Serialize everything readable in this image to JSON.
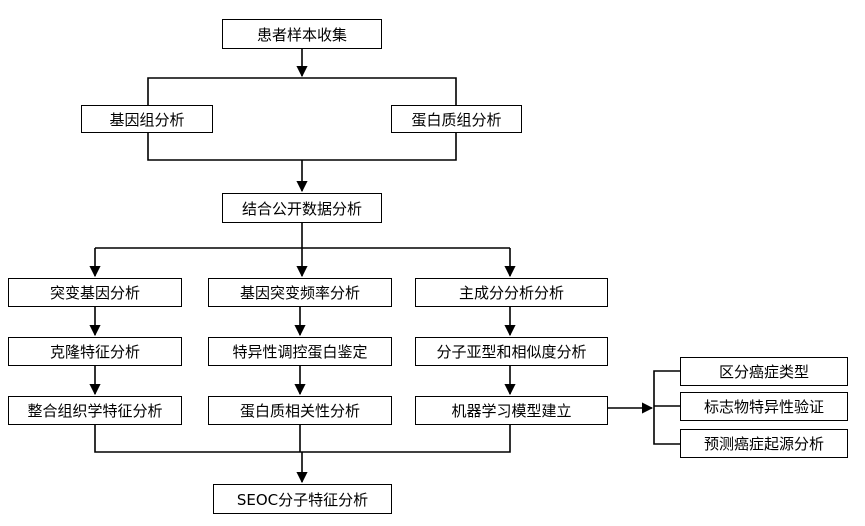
{
  "nodes": {
    "collect": "患者样本收集",
    "genome": "基因组分析",
    "proteome": "蛋白质组分析",
    "public_data": "结合公开数据分析",
    "mutated_gene": "突变基因分析",
    "mutation_freq": "基因突变频率分析",
    "pca": "主成分分析分析",
    "clonal": "克隆特征分析",
    "specific_protein": "特异性调控蛋白鉴定",
    "subtype": "分子亚型和相似度分析",
    "histology": "整合组织学特征分析",
    "protein_corr": "蛋白质相关性分析",
    "ml_model": "机器学习模型建立",
    "distinguish": "区分癌症类型",
    "biomarker": "标志物特异性验证",
    "origin": "预测癌症起源分析",
    "seoc": "SEOC分子特征分析"
  },
  "colors": {
    "line": "#000000",
    "box_border": "#000000",
    "background": "#ffffff"
  }
}
